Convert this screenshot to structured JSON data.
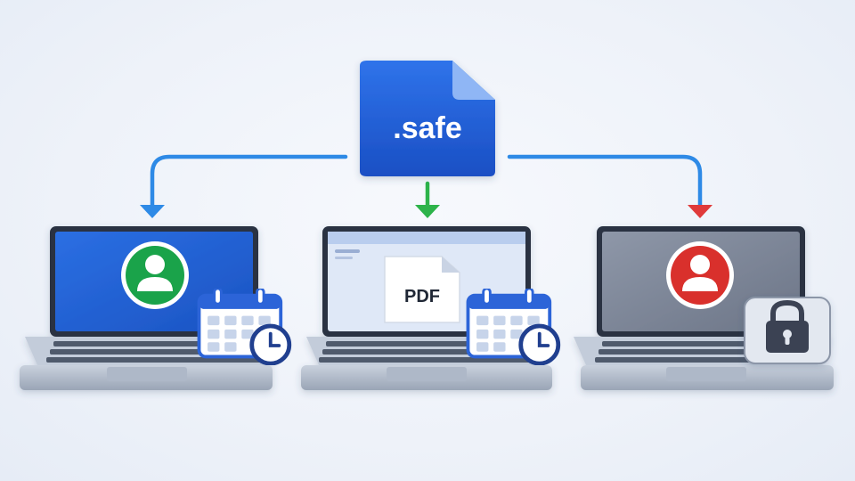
{
  "file": {
    "extension": ".safe",
    "icon": "document-icon",
    "color": "#1f5fd6"
  },
  "arrows": {
    "left_color": "#2e8ae6",
    "middle_color": "#2db34a",
    "right_color": "#e03a3a"
  },
  "laptops": [
    {
      "name": "laptop-authorized",
      "screen": "user-avatar-green",
      "badge": "calendar-clock-icon",
      "accent": "#1aa34a"
    },
    {
      "name": "laptop-pdf-export",
      "document_label": "PDF",
      "badge": "calendar-clock-icon"
    },
    {
      "name": "laptop-denied",
      "screen": "user-avatar-red",
      "badge": "padlock-icon",
      "accent": "#d9302c"
    }
  ]
}
